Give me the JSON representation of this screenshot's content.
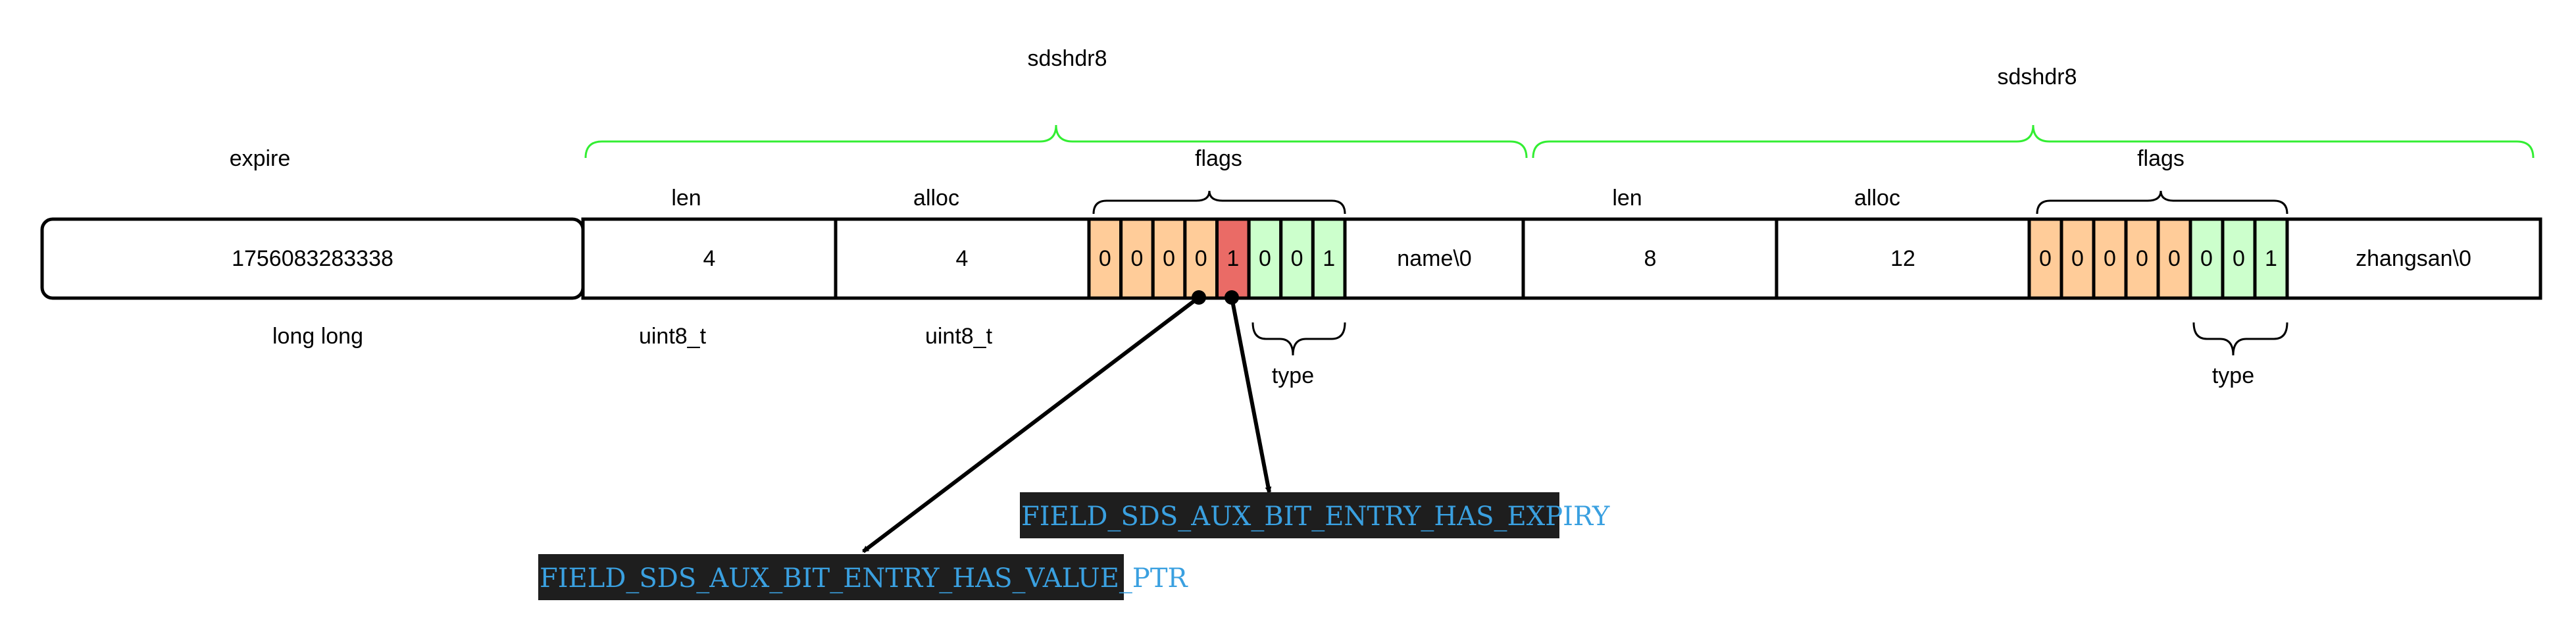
{
  "expire": {
    "label": "expire",
    "value": "1756083283338",
    "type": "long long"
  },
  "header1": {
    "title": "sdshdr8",
    "len": {
      "label": "len",
      "value": "4",
      "type": "uint8_t"
    },
    "alloc": {
      "label": "alloc",
      "value": "4",
      "type": "uint8_t"
    },
    "flags_label": "flags",
    "bits": [
      "0",
      "0",
      "0",
      "0",
      "1",
      "0",
      "0",
      "1"
    ],
    "type_label": "type",
    "buf": "name\\0"
  },
  "header2": {
    "title": "sdshdr8",
    "len": {
      "label": "len",
      "value": "8"
    },
    "alloc": {
      "label": "alloc",
      "value": "12"
    },
    "flags_label": "flags",
    "bits": [
      "0",
      "0",
      "0",
      "0",
      "0",
      "0",
      "0",
      "1"
    ],
    "type_label": "type",
    "buf": "zhangsan\\0"
  },
  "annotations": {
    "has_expiry": "FIELD_SDS_AUX_BIT_ENTRY_HAS_EXPIRY",
    "has_value_ptr": "FIELD_SDS_AUX_BIT_ENTRY_HAS_VALUE_PTR"
  },
  "colors": {
    "bit_aux": "#ffcc99",
    "bit_set": "#ea6b66",
    "bit_type": "#ccffcc",
    "brace_green": "#33ee33",
    "code_bg": "#1e1e1e",
    "code_fg": "#3aa0e0"
  }
}
